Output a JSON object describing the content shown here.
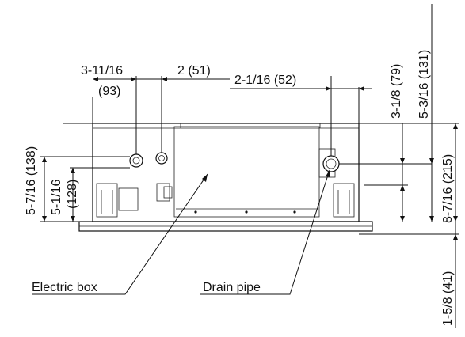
{
  "dimensions": {
    "left_pipe_offset": "3-11/16",
    "left_pipe_offset_mm": "(93)",
    "pipe_spacing": "2 (51)",
    "drain_offset": "2-1/16 (52)",
    "drain_height_a": "3-1/8 (79)",
    "drain_height_b": "5-3/16 (131)",
    "total_height": "8-7/16 (215)",
    "left_height_a": "5-7/16 (138)",
    "left_height_b_top": "5-1/16",
    "left_height_b_mm": "(128)",
    "panel_depth": "1-5/8 (41)"
  },
  "callouts": {
    "electric_box": "Electric box",
    "drain_pipe": "Drain pipe"
  }
}
